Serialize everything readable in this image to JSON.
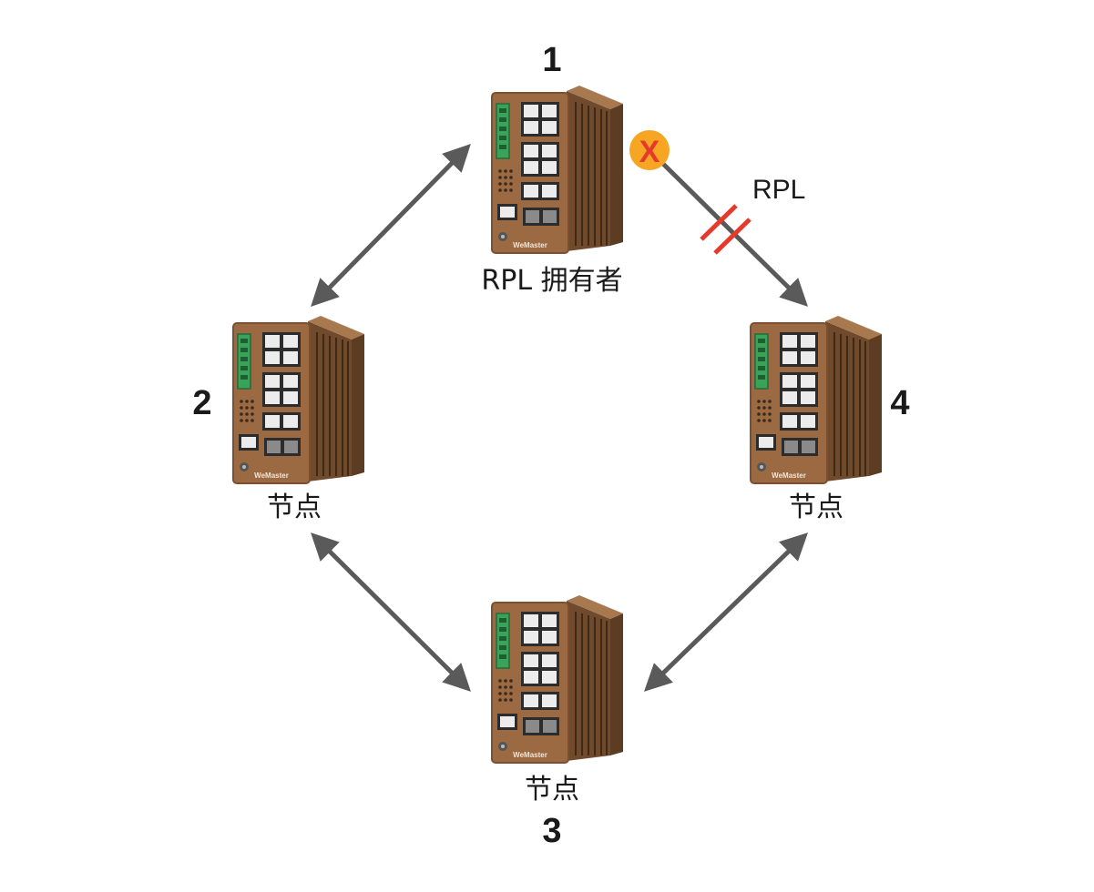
{
  "colors": {
    "link": "#5a5a5a",
    "break_mark": "#e53a2b",
    "block_badge": "#f6a623",
    "block_x": "#e53a2b",
    "switch_body": "#9b6a42",
    "switch_dark": "#6f4a2c",
    "terminal": "#3aa35a",
    "port": "#ececec"
  },
  "icons": {
    "switch": "industrial-switch-icon",
    "block": "blocked-port-icon"
  },
  "switch_brand": "WeMaster",
  "nodes": [
    {
      "id": "1",
      "number": "1",
      "label": "RPL 拥有者"
    },
    {
      "id": "2",
      "number": "2",
      "label": "节点"
    },
    {
      "id": "3",
      "number": "3",
      "label": "节点"
    },
    {
      "id": "4",
      "number": "4",
      "label": "节点"
    }
  ],
  "links": [
    {
      "from": "1",
      "to": "2",
      "direction": "both",
      "state": "active"
    },
    {
      "from": "2",
      "to": "3",
      "direction": "both",
      "state": "active"
    },
    {
      "from": "3",
      "to": "4",
      "direction": "both",
      "state": "active"
    },
    {
      "from": "1",
      "to": "4",
      "direction": "forward",
      "state": "blocked",
      "label": "RPL",
      "blocked_marker": "X"
    }
  ]
}
